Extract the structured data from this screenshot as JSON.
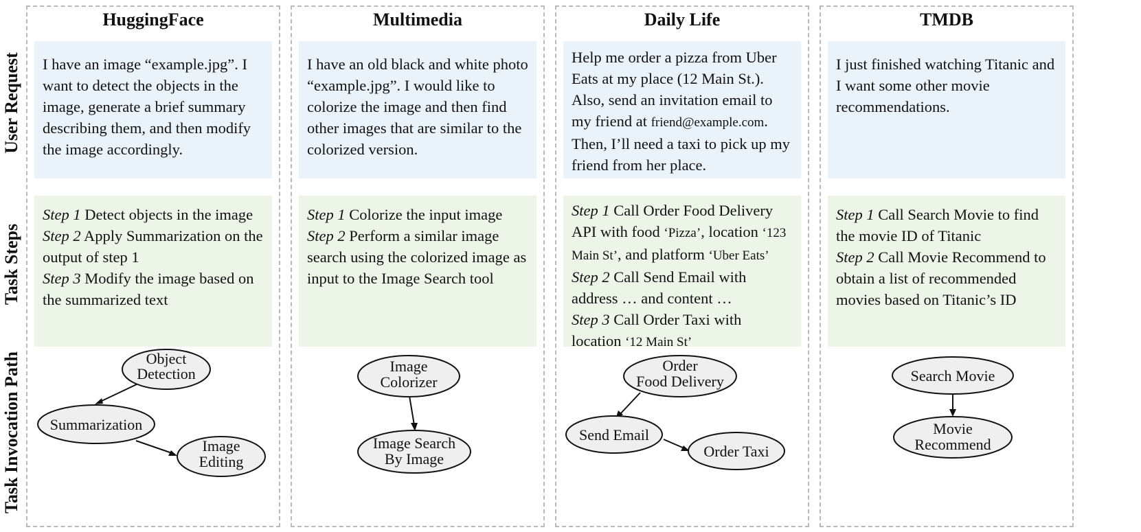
{
  "row_labels": {
    "user_request": "User Request",
    "task_steps": "Task Steps",
    "task_invocation_path": "Task Invocation Path"
  },
  "columns": [
    {
      "title": "HuggingFace",
      "request": "I have an image “example.jpg”. I want to detect the objects in the image, generate a brief summary describing them, and then modify the image accordingly.",
      "steps": [
        {
          "label": "Step 1",
          "text": "Detect objects in the image"
        },
        {
          "label": "Step 2",
          "text": "Apply Summarization on the output of step 1"
        },
        {
          "label": "Step 3",
          "text": "Modify the image based on the summarized text"
        }
      ],
      "nodes": [
        {
          "line1": "Object",
          "line2": "Detection"
        },
        {
          "line1": "Summarization",
          "line2": ""
        },
        {
          "line1": "Image",
          "line2": "Editing"
        }
      ]
    },
    {
      "title": "Multimedia",
      "request": "I have an old black and white photo “example.jpg”. I would like to colorize the image and then find other images that are similar to the colorized version.",
      "steps": [
        {
          "label": "Step 1",
          "text": "Colorize the input image"
        },
        {
          "label": "Step 2",
          "text": "Perform a similar image search using the colorized image as input to the Image Search tool"
        }
      ],
      "nodes": [
        {
          "line1": "Image",
          "line2": "Colorizer"
        },
        {
          "line1": "Image Search",
          "line2": "By Image"
        }
      ]
    },
    {
      "title": "Daily Life",
      "request_parts": {
        "before": "Help me order a pizza from Uber Eats at my place (12 Main St.). Also, send an invitation email to my friend at ",
        "email": "friend@example.com",
        "after": ". Then, I’ll need a taxi to pick up my friend from her place."
      },
      "steps": [
        {
          "label": "Step 1",
          "t1": "Call Order Food Delivery API with food ",
          "s1": "‘Pizza’",
          "t2": ", location ",
          "s2": "‘123 Main St’",
          "t3": ", and platform ",
          "s3": "‘Uber Eats’"
        },
        {
          "label": "Step 2",
          "t1": "Call Send Email with address … and content …"
        },
        {
          "label": "Step 3",
          "t1": "Call Order Taxi with location ",
          "s1": "‘12 Main St’"
        }
      ],
      "nodes": [
        {
          "line1": "Order",
          "line2": "Food Delivery"
        },
        {
          "line1": "Send Email",
          "line2": ""
        },
        {
          "line1": "Order Taxi",
          "line2": ""
        }
      ]
    },
    {
      "title": "TMDB",
      "request": "I just finished watching Titanic and I want some other movie recommendations.",
      "steps": [
        {
          "label": "Step 1",
          "text": "Call Search Movie to find the movie ID of Titanic"
        },
        {
          "label": "Step 2",
          "text": "Call Movie Recommend to obtain a list of recommended movies based on Titanic’s ID"
        }
      ],
      "nodes": [
        {
          "line1": "Search Movie",
          "line2": ""
        },
        {
          "line1": "Movie",
          "line2": "Recommend"
        }
      ]
    }
  ]
}
